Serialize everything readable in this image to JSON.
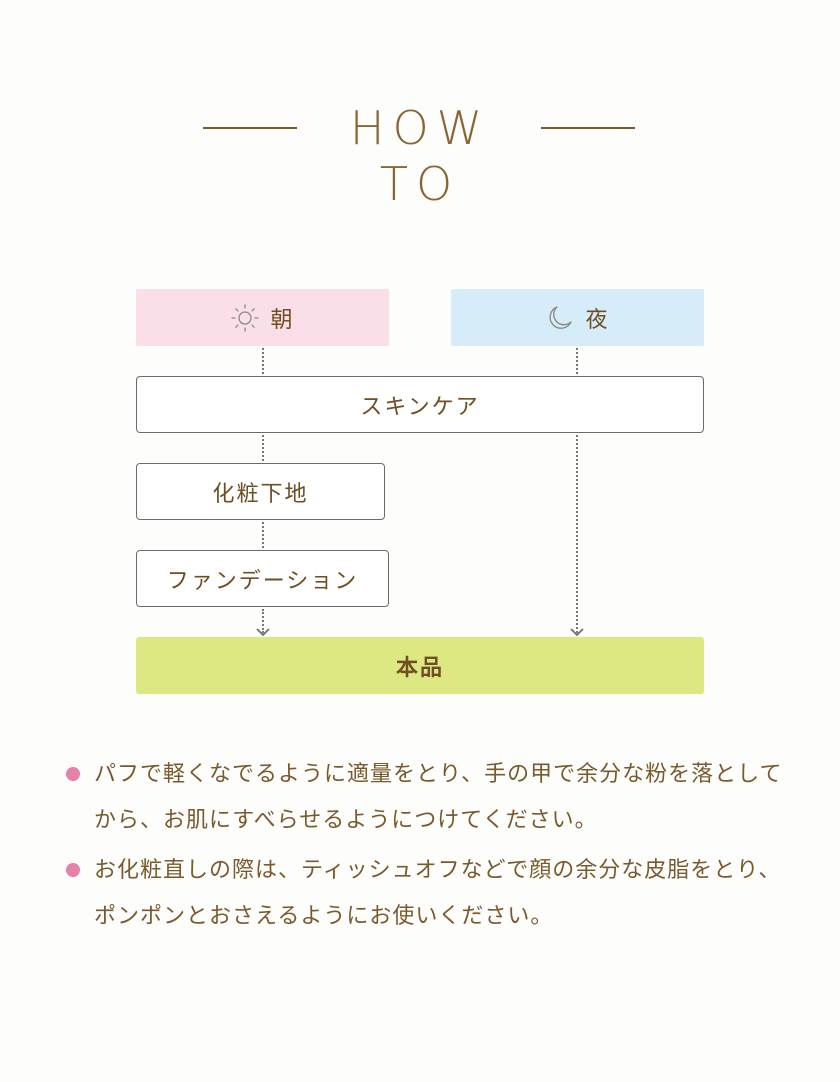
{
  "title": "HOW TO",
  "flow": {
    "morning": {
      "label": "朝",
      "icon": "sun-icon",
      "color": "#fadfe8"
    },
    "night": {
      "label": "夜",
      "icon": "moon-icon",
      "color": "#d7ecf9"
    },
    "skincare": "スキンケア",
    "primer": "化粧下地",
    "foundation": "ファンデーション",
    "product": {
      "label": "本品",
      "color": "#dde883"
    }
  },
  "notes": [
    "パフで軽くなでるように適量をとり、手の甲で余分な粉を落としてから、お肌にすべらせるようにつけてください。",
    "お化粧直しの際は、ティッシュオフなどで顔の余分な皮脂をとり、ポンポンとおさえるようにお使いください。"
  ],
  "colors": {
    "text": "#7a5a2c",
    "bullet": "#e681a9"
  }
}
